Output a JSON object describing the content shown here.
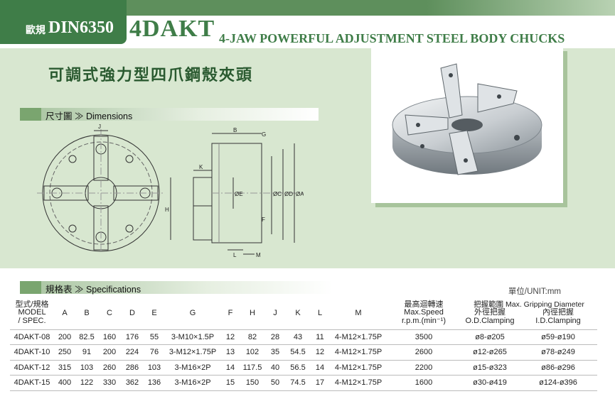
{
  "header": {
    "standard_prefix": "歐規",
    "standard": "DIN6350",
    "model": "4DAKT",
    "title_en": "4-JAW POWERFUL ADJUSTMENT STEEL BODY CHUCKS",
    "title_zh": "可調式強力型四爪鋼殼夾頭"
  },
  "sections": {
    "dimensions": "尺寸圖 ≫ Dimensions",
    "specifications": "規格表 ≫ Specifications"
  },
  "drawing_labels": {
    "J": "J",
    "B": "B",
    "G": "G",
    "K": "K",
    "E": "ØE",
    "C": "ØC",
    "D": "ØD",
    "A": "ØA",
    "F": "F",
    "H": "H",
    "L": "L",
    "M": "M"
  },
  "unit": "單位/UNIT:mm",
  "table": {
    "head": {
      "model": [
        "型式/規格",
        "MODEL",
        "/ SPEC."
      ],
      "cols": [
        "A",
        "B",
        "C",
        "D",
        "E",
        "G",
        "F",
        "H",
        "J",
        "K",
        "L",
        "M"
      ],
      "speed": [
        "最高迴轉速",
        "Max.Speed",
        "r.p.m.(min⁻¹)"
      ],
      "grip_title": "把握範圍  Max. Gripping Diameter",
      "od": [
        "外徑把握",
        "O.D.Clamping"
      ],
      "id": [
        "內徑把握",
        "I.D.Clamping"
      ]
    },
    "rows": [
      {
        "model": "4DAKT-08",
        "cells": [
          "200",
          "82.5",
          "160",
          "176",
          "55",
          "3-M10×1.5P",
          "12",
          "82",
          "28",
          "43",
          "11",
          "4-M12×1.75P"
        ],
        "speed": "3500",
        "od": "ø8-ø205",
        "id": "ø59-ø190"
      },
      {
        "model": "4DAKT-10",
        "cells": [
          "250",
          "91",
          "200",
          "224",
          "76",
          "3-M12×1.75P",
          "13",
          "102",
          "35",
          "54.5",
          "12",
          "4-M12×1.75P"
        ],
        "speed": "2600",
        "od": "ø12-ø265",
        "id": "ø78-ø249"
      },
      {
        "model": "4DAKT-12",
        "cells": [
          "315",
          "103",
          "260",
          "286",
          "103",
          "3-M16×2P",
          "14",
          "117.5",
          "40",
          "56.5",
          "14",
          "4-M12×1.75P"
        ],
        "speed": "2200",
        "od": "ø15-ø323",
        "id": "ø86-ø296"
      },
      {
        "model": "4DAKT-15",
        "cells": [
          "400",
          "122",
          "330",
          "362",
          "136",
          "3-M16×2P",
          "15",
          "150",
          "50",
          "74.5",
          "17",
          "4-M12×1.75P"
        ],
        "speed": "1600",
        "od": "ø30-ø419",
        "id": "ø124-ø396"
      }
    ]
  },
  "colors": {
    "brand_green": "#3f7d48",
    "panel": "#d8e7d0",
    "band": "#5e8f5c"
  }
}
